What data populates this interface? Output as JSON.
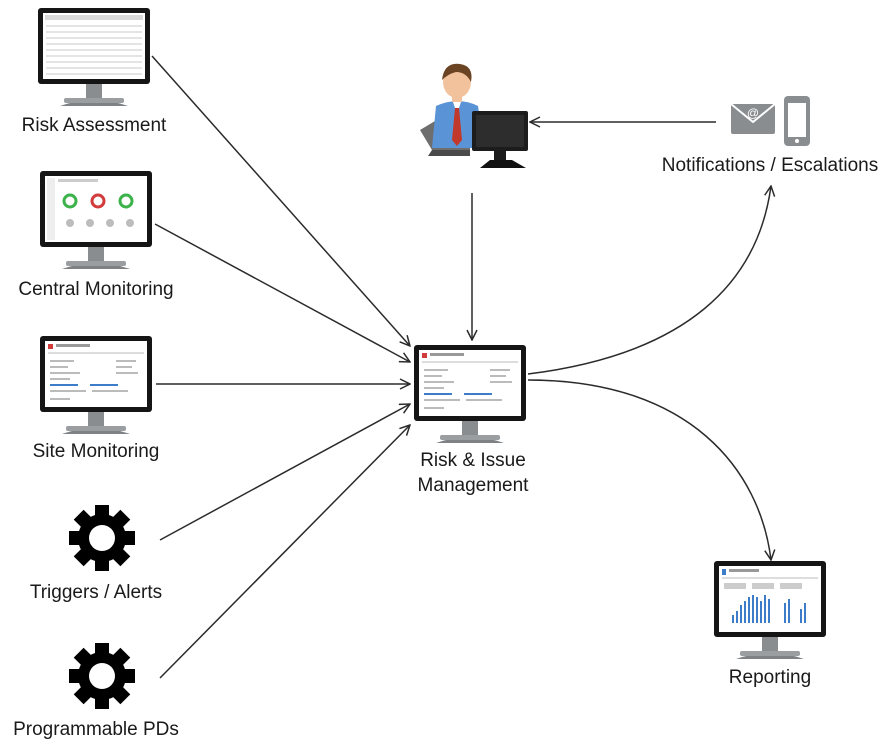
{
  "nodes": {
    "risk_assessment": {
      "label": "Risk Assessment",
      "icon": "monitor-icon",
      "screen": "table"
    },
    "central_monitoring": {
      "label": "Central Monitoring",
      "icon": "monitor-icon",
      "screen": "donut-dashboard"
    },
    "site_monitoring": {
      "label": "Site Monitoring",
      "icon": "monitor-icon",
      "screen": "form"
    },
    "triggers_alerts": {
      "label": "Triggers / Alerts",
      "icon": "gear-icon"
    },
    "programmable_pds": {
      "label": "Programmable PDs",
      "icon": "gear-icon"
    },
    "risk_issue_management": {
      "label_line1": "Risk & Issue",
      "label_line2": "Management",
      "icon": "monitor-icon",
      "screen": "form"
    },
    "user": {
      "icon": "person-at-computer-icon"
    },
    "notifications": {
      "label": "Notifications / Escalations",
      "icons": [
        "email-icon",
        "smartphone-icon"
      ],
      "email_glyph": "@"
    },
    "reporting": {
      "label": "Reporting",
      "icon": "monitor-icon",
      "screen": "bar-chart-report"
    }
  },
  "colors": {
    "line": "#2b2b2b",
    "gear": "#000000",
    "monitor_frame": "#151515",
    "monitor_stand": "#8a8d90",
    "accent_green": "#3cb34a",
    "accent_red": "#d23c3c",
    "accent_blue": "#3d7cc9",
    "shirt": "#5a93d6",
    "tie": "#c0392b"
  }
}
